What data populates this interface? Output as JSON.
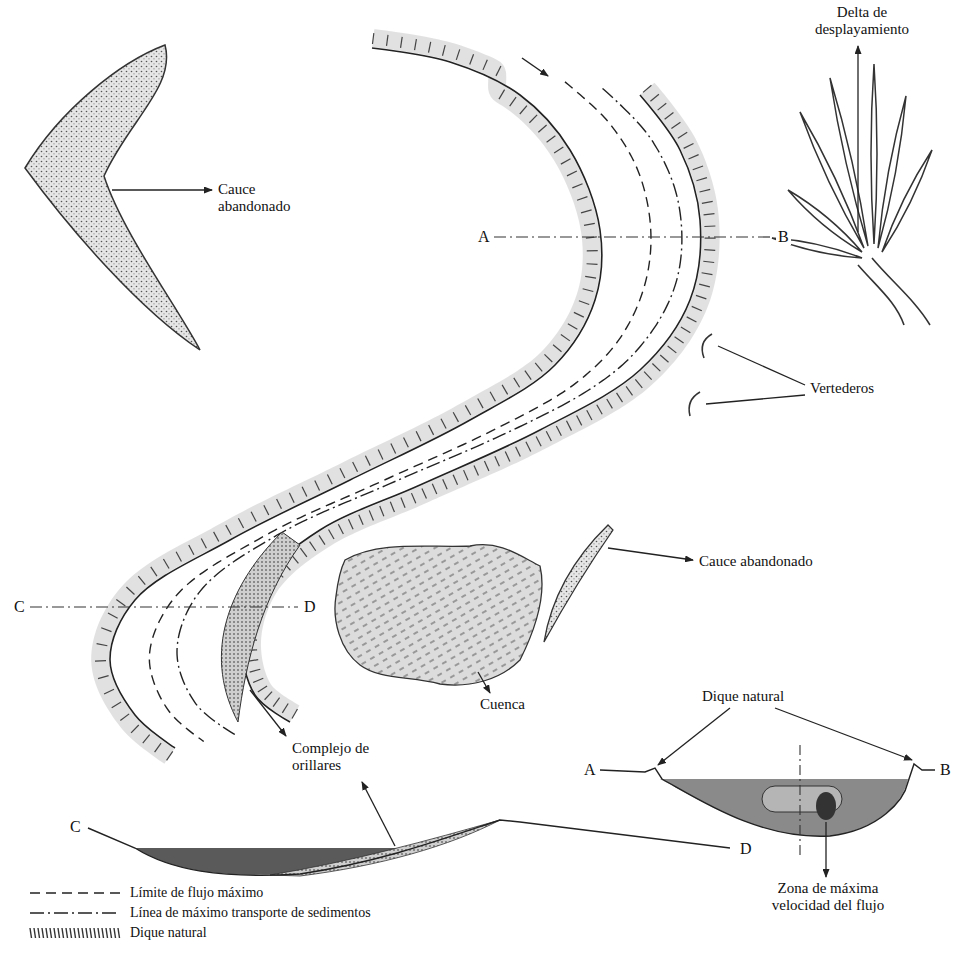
{
  "diagram": {
    "labels": [
      "Delta de desplayamiento",
      "Cauce abandonado",
      "A",
      "B",
      "Vertederos",
      "Cauce abandonado",
      "C",
      "D",
      "Cuenca",
      "Complejo de orillares",
      "Dique natural",
      "A",
      "B",
      "Zona de máxima velocidad del flujo",
      "C",
      "D"
    ],
    "legend": [
      {
        "text": "Límite de flujo máximo"
      },
      {
        "text": "Línea de máximo transporte de sedimentos"
      },
      {
        "text": "Dique natural"
      }
    ]
  }
}
